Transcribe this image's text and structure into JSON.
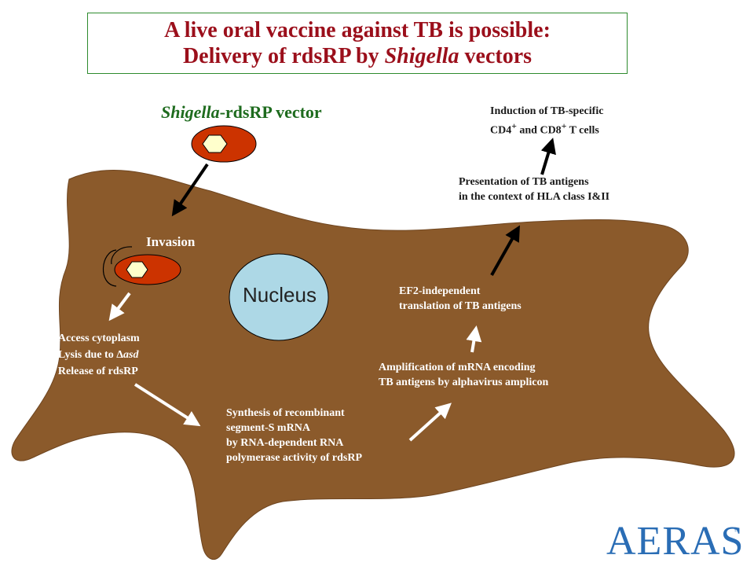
{
  "title": {
    "line1": "A live oral vaccine against TB is possible:",
    "line2_pre": "Delivery of rdsRP by ",
    "line2_italic": "Shigella",
    "line2_post": " vectors"
  },
  "vector_label": {
    "italic": "Shigella",
    "rest": "-rdsRP vector"
  },
  "invasion_label": "Invasion",
  "nucleus_label": "Nucleus",
  "bullets": [
    "Access cytoplasm",
    "Lysis due to ",
    "Release of rdsRP"
  ],
  "lysis_symbol": "Δ",
  "lysis_gene": "asd",
  "synthesis": {
    "l1": "Synthesis of recombinant",
    "l2": "segment-S mRNA",
    "l3": "by RNA-dependent RNA",
    "l4": "polymerase activity of rdsRP"
  },
  "amplification": {
    "l1": "Amplification of mRNA encoding",
    "l2": "TB antigens by alphavirus amplicon"
  },
  "ef2": {
    "l1": "EF2-independent",
    "l2": "translation of TB antigens"
  },
  "presentation": {
    "l1": "Presentation of TB antigens",
    "l2": "in the context of HLA class I&II"
  },
  "induction": {
    "l1": "Induction of TB-specific",
    "l2_a": "CD4",
    "sup1": "+",
    "l2_b": " and CD8",
    "sup2": "+",
    "l2_c": " T cells"
  },
  "logo": {
    "text": "AERAS",
    "tm": "™"
  },
  "colors": {
    "cell": "#8b5a2b",
    "bacterium": "#cc3300",
    "hexagon": "#ffffcc",
    "nucleus": "#add8e6",
    "title_text": "#9b0f1b",
    "title_border": "#2e8b2e",
    "logo": "#2a6db5"
  }
}
